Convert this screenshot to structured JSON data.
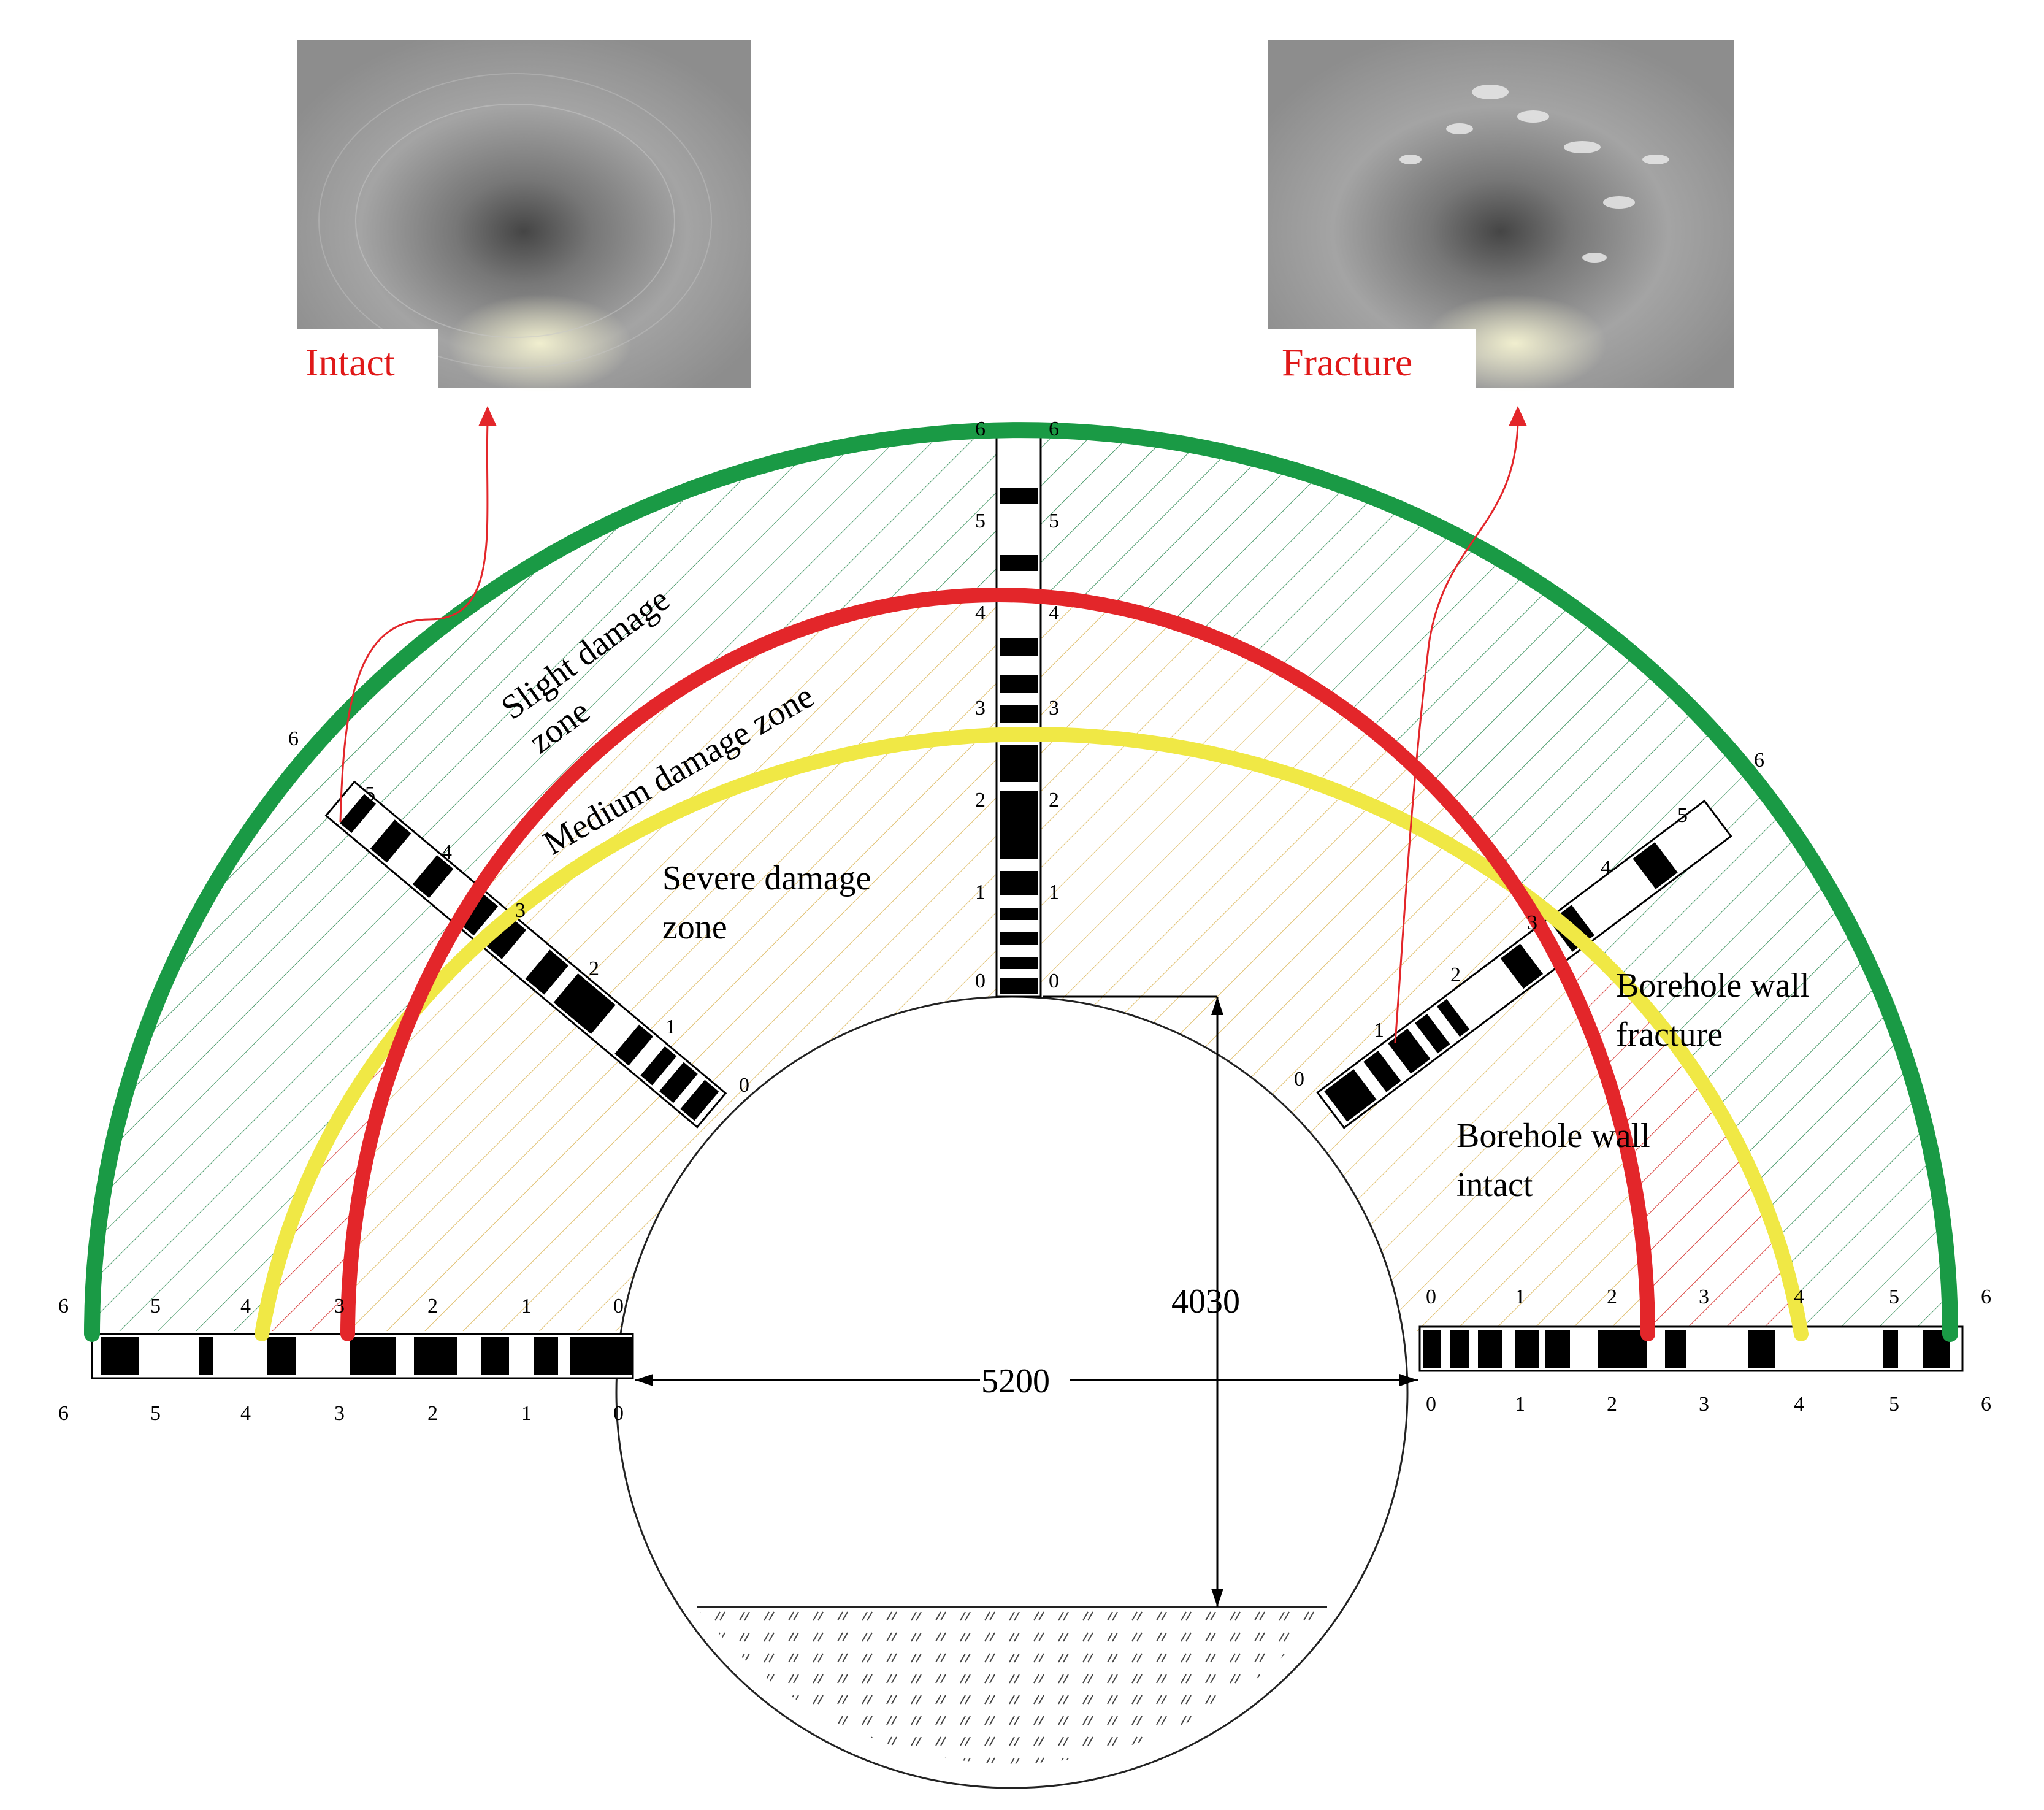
{
  "photos": {
    "intact": {
      "label": "Intact"
    },
    "fracture": {
      "label": "Fracture"
    }
  },
  "zones": {
    "slight_line1": "Slight damage",
    "slight_line2": "zone",
    "medium": "Medium damage  zone",
    "severe_line1": "Severe damage",
    "severe_line2": "zone"
  },
  "annotations": {
    "fracture_line1": "Borehole wall",
    "fracture_line2": "fracture",
    "intact_line1": "Borehole wall",
    "intact_line2": "intact"
  },
  "dimensions": {
    "height": "4030",
    "width": "5200"
  },
  "scale_ticks": [
    "0",
    "1",
    "2",
    "3",
    "4",
    "5",
    "6"
  ],
  "colors": {
    "slight": "#1a9a45",
    "medium": "#f0e845",
    "severe": "#e3262a",
    "arrow": "#e3262a",
    "photo_label": "#e01818"
  },
  "icons": {
    "arrowhead": "triangle-arrowhead"
  }
}
